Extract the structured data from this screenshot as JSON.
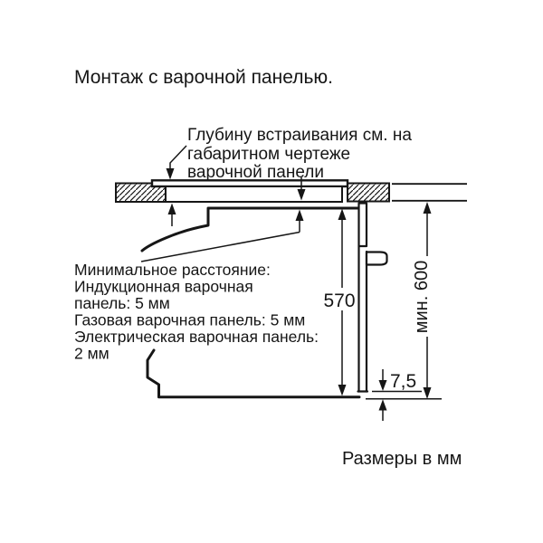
{
  "title": "Монтаж с варочной панелью.",
  "notes": {
    "depth": {
      "line1": "Глубину встраивания см. на",
      "line2": "габаритном чертеже",
      "line3": "варочной панели"
    },
    "min_distance": {
      "line1": "Минимальное расстояние:",
      "line2": "Индукционная варочная",
      "line3": "панель: 5 мм",
      "line4": "Газовая варочная панель: 5 мм",
      "line5": "Электрическая варочная панель:",
      "line6": "2 мм"
    }
  },
  "dimensions": {
    "oven_height_mm": "570",
    "niche_min_height_mm": "мин. 600",
    "bottom_gap_mm": "7,5"
  },
  "footer_note": "Размеры в мм",
  "colors": {
    "ink": "#161616",
    "background": "#ffffff"
  }
}
